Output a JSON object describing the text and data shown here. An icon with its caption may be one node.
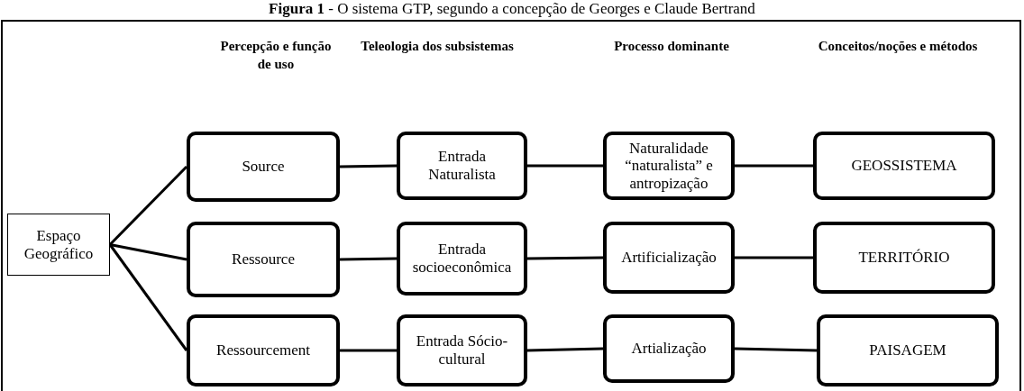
{
  "diagram": {
    "title": "**Figura 1** - O sistema GTP, segundo a concepção de Georges e Claude Bertrand",
    "nodes": [
      {
        "text": [
          "Espaço Geográfico"
        ]
      },
      {
        "text": [
          "Source"
        ]
      },
      {
        "text": [
          "Ressource"
        ]
      },
      {
        "text": [
          "Ressourcement"
        ]
      },
      {
        "text": [
          "Entrada Naturalista"
        ]
      },
      {
        "text": [
          "Entrada socioeconômica"
        ]
      },
      {
        "text": [
          "Entrada Sócio-cultural"
        ]
      },
      {
        "text": [
          "Naturalidade “naturalista” e antropização"
        ]
      },
      {
        "text": [
          "Artificialização"
        ]
      },
      {
        "text": [
          "Artialização"
        ]
      },
      {
        "text": [
          "GEOSSISTEMA"
        ]
      },
      {
        "text": [
          "TERRITÓRIO"
        ]
      },
      {
        "text": [
          "PAISAGEM"
        ]
      }
    ],
    "edges": [
      {
        "from": 0,
        "to": 1,
        "arrow": "none"
      },
      {
        "from": 0,
        "to": 2,
        "arrow": "none"
      },
      {
        "from": 0,
        "to": 3,
        "arrow": "none"
      },
      {
        "from": 1,
        "to": 4,
        "arrow": "none"
      },
      {
        "from": 4,
        "to": 7,
        "arrow": "none"
      },
      {
        "from": 7,
        "to": 10,
        "arrow": "none"
      },
      {
        "from": 2,
        "to": 5,
        "arrow": "none"
      },
      {
        "from": 5,
        "to": 8,
        "arrow": "none"
      },
      {
        "from": 8,
        "to": 11,
        "arrow": "none"
      },
      {
        "from": 3,
        "to": 6,
        "arrow": "none"
      },
      {
        "from": 6,
        "to": 9,
        "arrow": "none"
      },
      {
        "from": 9,
        "to": 12,
        "arrow": "none"
      }
    ],
    "labels": [
      "Percepção e função de uso",
      "Teleologia dos subsistemas",
      "Processo dominante",
      "Conceitos/noções e métodos"
    ]
  }
}
